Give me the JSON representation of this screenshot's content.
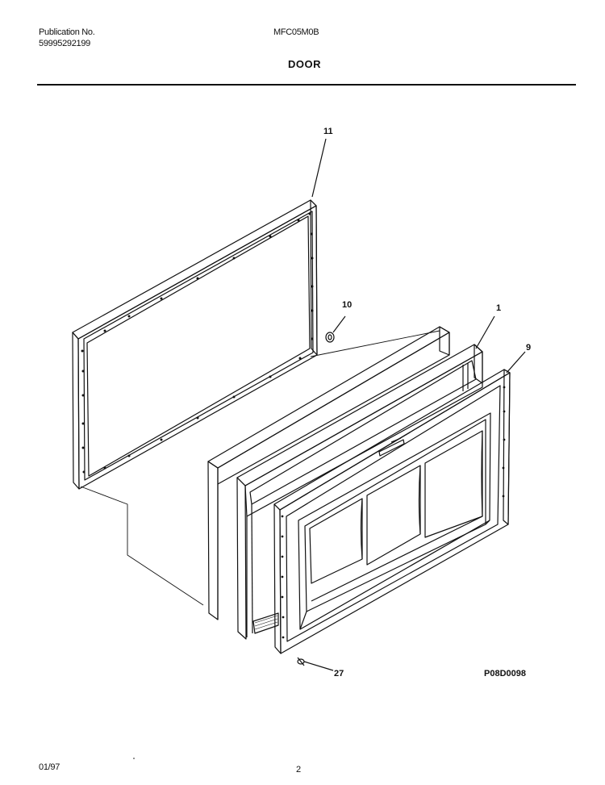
{
  "header": {
    "publication_label": "Publication No.",
    "publication_number": "59995292199",
    "model": "MFC05M0B",
    "section_title": "DOOR"
  },
  "diagram": {
    "drawing_code": "P08D0098",
    "callouts": [
      {
        "id": "c11",
        "label": "11"
      },
      {
        "id": "c10",
        "label": "10"
      },
      {
        "id": "c1",
        "label": "1"
      },
      {
        "id": "c9",
        "label": "9"
      },
      {
        "id": "c27",
        "label": "27"
      }
    ]
  },
  "footer": {
    "date": "01/97",
    "page": "2"
  }
}
